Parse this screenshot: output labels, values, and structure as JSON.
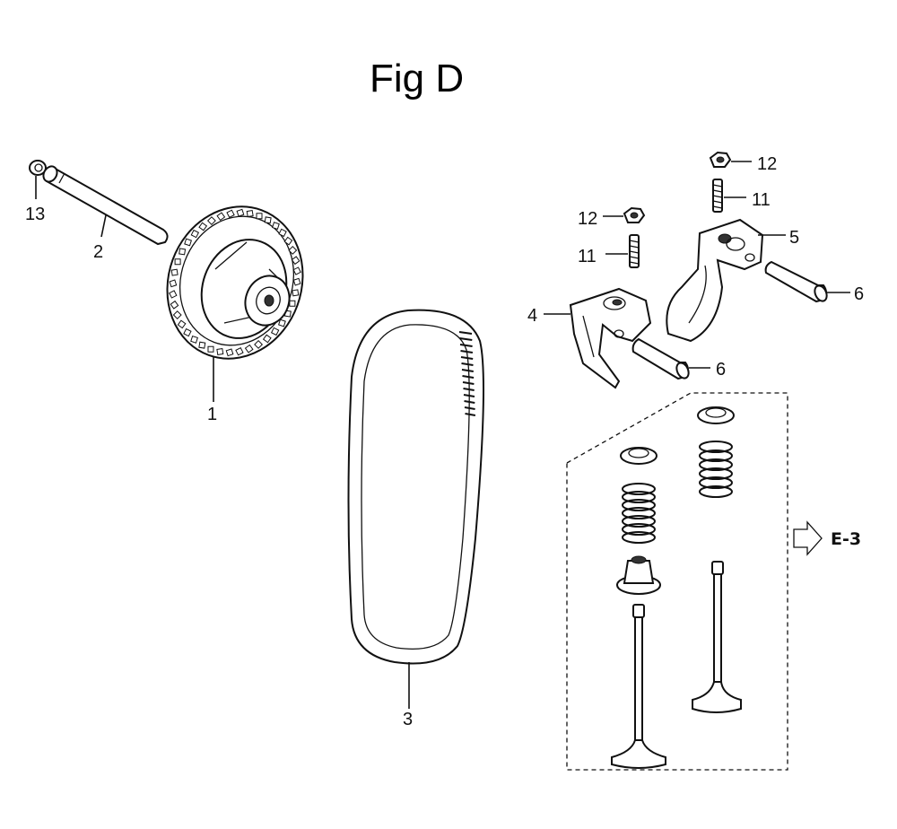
{
  "figure": {
    "title": "Fig D",
    "reference": "E-3",
    "labels": {
      "camshaft_pulley": "1",
      "shaft": "2",
      "timing_belt": "3",
      "rocker_arm_a": "4",
      "rocker_arm_b": "5",
      "rocker_shaft_lower": "6",
      "rocker_shaft_upper": "6",
      "adjust_screw_left": "11",
      "adjust_screw_right": "11",
      "nut_left": "12",
      "nut_right": "12",
      "washer": "13"
    }
  }
}
